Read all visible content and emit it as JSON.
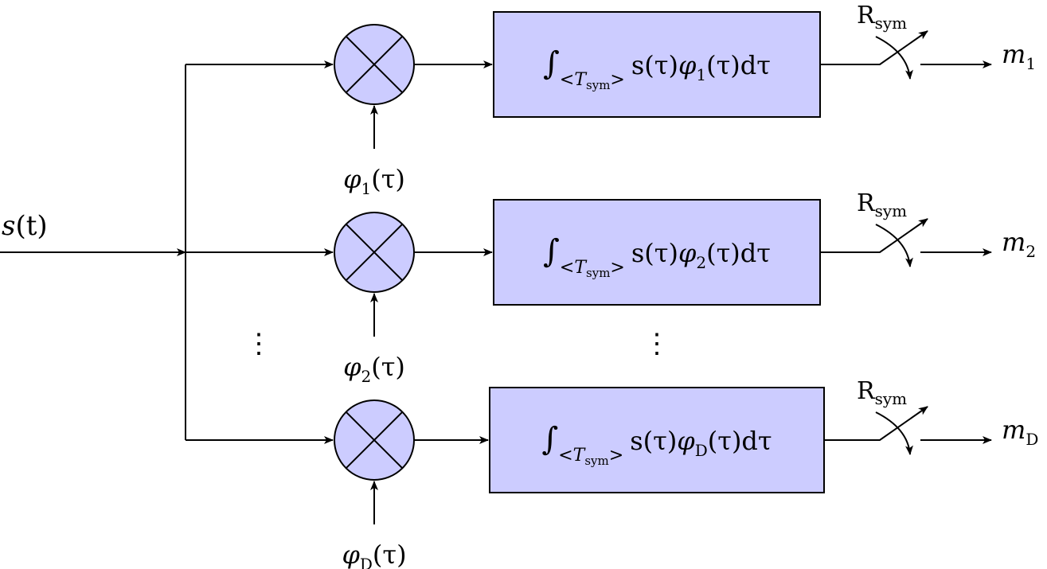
{
  "input_label": {
    "base": "s",
    "arg": "(t)"
  },
  "colors": {
    "block_fill": "#ccccff",
    "stroke": "#000000"
  },
  "ellipsis": "⋮",
  "branches": [
    {
      "basis": {
        "sym": "φ",
        "sub": "1",
        "arg": "(τ)"
      },
      "integrator": {
        "integral": "∫",
        "sub_open": "<",
        "T": "T",
        "T_sub": "sym",
        "sub_close": ">",
        "pre": "s(τ)",
        "phi": "φ",
        "phi_sub": "1",
        "post": "(τ)dτ"
      },
      "switch_label": {
        "base": "R",
        "sub": "sym"
      },
      "output": {
        "base": "m",
        "sub": "1"
      }
    },
    {
      "basis": {
        "sym": "φ",
        "sub": "2",
        "arg": "(τ)"
      },
      "integrator": {
        "integral": "∫",
        "sub_open": "<",
        "T": "T",
        "T_sub": "sym",
        "sub_close": ">",
        "pre": "s(τ)",
        "phi": "φ",
        "phi_sub": "2",
        "post": "(τ)dτ"
      },
      "switch_label": {
        "base": "R",
        "sub": "sym"
      },
      "output": {
        "base": "m",
        "sub": "2"
      }
    },
    {
      "basis": {
        "sym": "φ",
        "sub": "D",
        "arg": "(τ)"
      },
      "integrator": {
        "integral": "∫",
        "sub_open": "<",
        "T": "T",
        "T_sub": "sym",
        "sub_close": ">",
        "pre": "s(τ)",
        "phi": "φ",
        "phi_sub": "D",
        "post": "(τ)dτ"
      },
      "switch_label": {
        "base": "R",
        "sub": "sym"
      },
      "output": {
        "base": "m",
        "sub": "D"
      }
    }
  ]
}
